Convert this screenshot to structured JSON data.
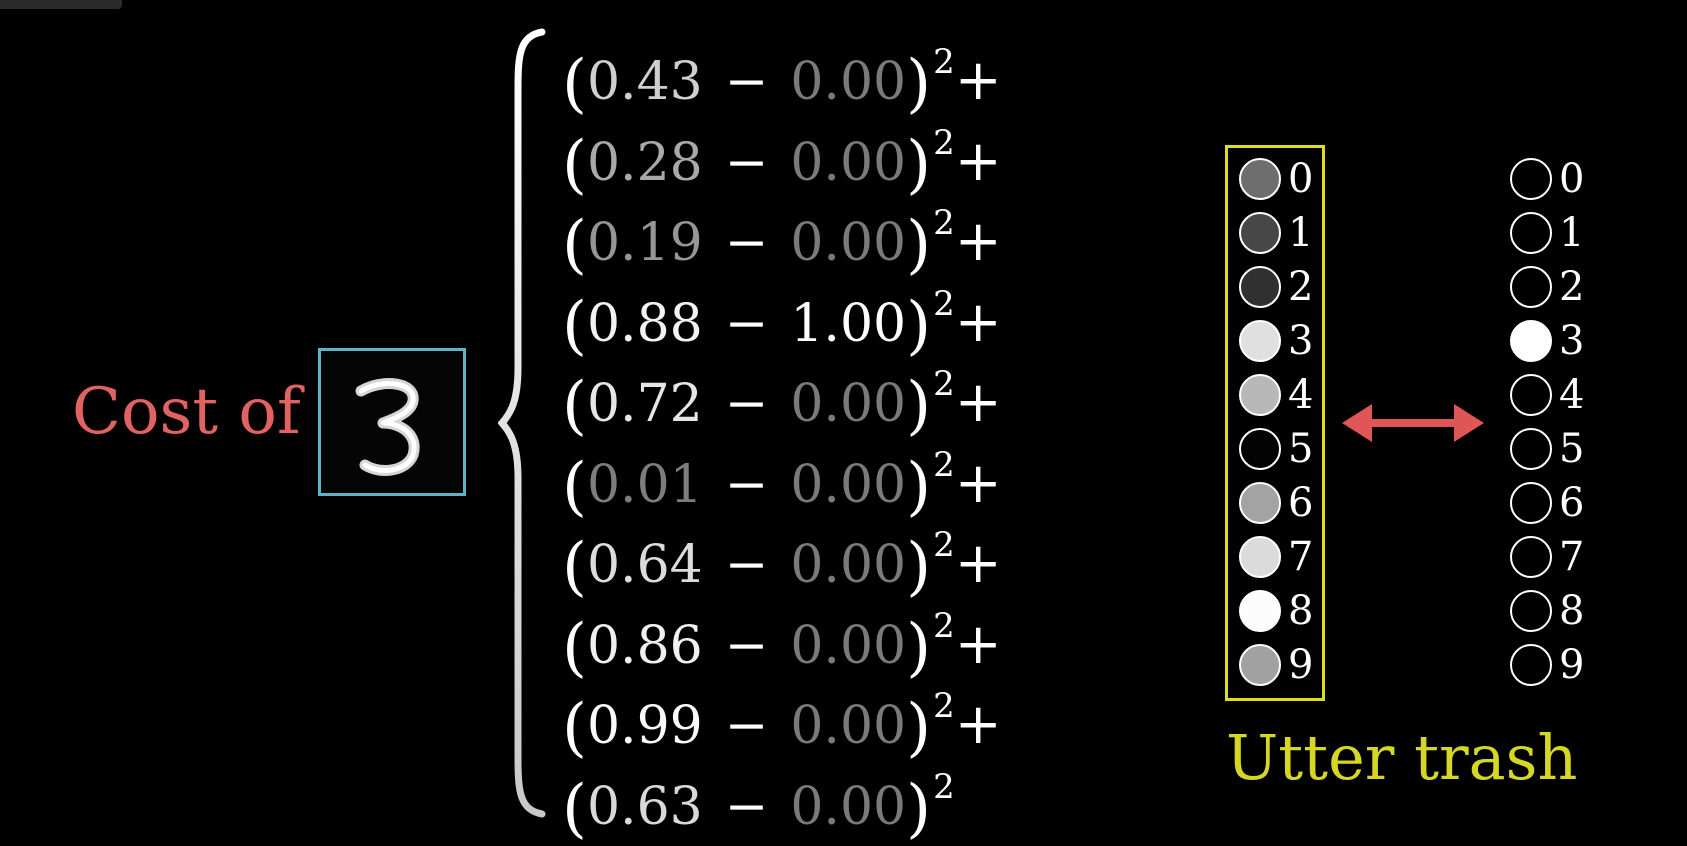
{
  "cost": {
    "label": "Cost of",
    "digit": "3"
  },
  "terms": [
    {
      "pred": "0.43",
      "target": "0.00",
      "op": "−",
      "exp": "2",
      "plus": "+",
      "pred_color": "#cfcfcf",
      "target_color": "#7a7a7a"
    },
    {
      "pred": "0.28",
      "target": "0.00",
      "op": "−",
      "exp": "2",
      "plus": "+",
      "pred_color": "#a9a9a9",
      "target_color": "#7a7a7a"
    },
    {
      "pred": "0.19",
      "target": "0.00",
      "op": "−",
      "exp": "2",
      "plus": "+",
      "pred_color": "#959595",
      "target_color": "#7a7a7a"
    },
    {
      "pred": "0.88",
      "target": "1.00",
      "op": "−",
      "exp": "2",
      "plus": "+",
      "pred_color": "#f2f2f2",
      "target_color": "#ffffff"
    },
    {
      "pred": "0.72",
      "target": "0.00",
      "op": "−",
      "exp": "2",
      "plus": "+",
      "pred_color": "#e6e6e6",
      "target_color": "#7a7a7a"
    },
    {
      "pred": "0.01",
      "target": "0.00",
      "op": "−",
      "exp": "2",
      "plus": "+",
      "pred_color": "#7d7d7d",
      "target_color": "#7a7a7a"
    },
    {
      "pred": "0.64",
      "target": "0.00",
      "op": "−",
      "exp": "2",
      "plus": "+",
      "pred_color": "#dcdcdc",
      "target_color": "#7a7a7a"
    },
    {
      "pred": "0.86",
      "target": "0.00",
      "op": "−",
      "exp": "2",
      "plus": "+",
      "pred_color": "#f0f0f0",
      "target_color": "#7a7a7a"
    },
    {
      "pred": "0.99",
      "target": "0.00",
      "op": "−",
      "exp": "2",
      "plus": "+",
      "pred_color": "#fafafa",
      "target_color": "#7a7a7a"
    },
    {
      "pred": "0.63",
      "target": "0.00",
      "op": "−",
      "exp": "2",
      "plus": "",
      "pred_color": "#d9d9d9",
      "target_color": "#7a7a7a"
    }
  ],
  "prediction_layer": {
    "labels": [
      "0",
      "1",
      "2",
      "3",
      "4",
      "5",
      "6",
      "7",
      "8",
      "9"
    ],
    "activations": [
      0.43,
      0.28,
      0.19,
      0.88,
      0.72,
      0.01,
      0.64,
      0.86,
      0.99,
      0.63
    ]
  },
  "target_layer": {
    "labels": [
      "0",
      "1",
      "2",
      "3",
      "4",
      "5",
      "6",
      "7",
      "8",
      "9"
    ],
    "activations": [
      0,
      0,
      0,
      1,
      0,
      0,
      0,
      0,
      0,
      0
    ]
  },
  "caption": "Utter trash",
  "colors": {
    "cost_label": "#e06262",
    "digit_frame": "#5fb3c4",
    "prediction_box": "#dede1a",
    "caption": "#d6d624",
    "arrow": "#e05555"
  },
  "icons": {
    "arrow": "double-headed-arrow-icon",
    "brace": "left-curly-brace-icon"
  }
}
